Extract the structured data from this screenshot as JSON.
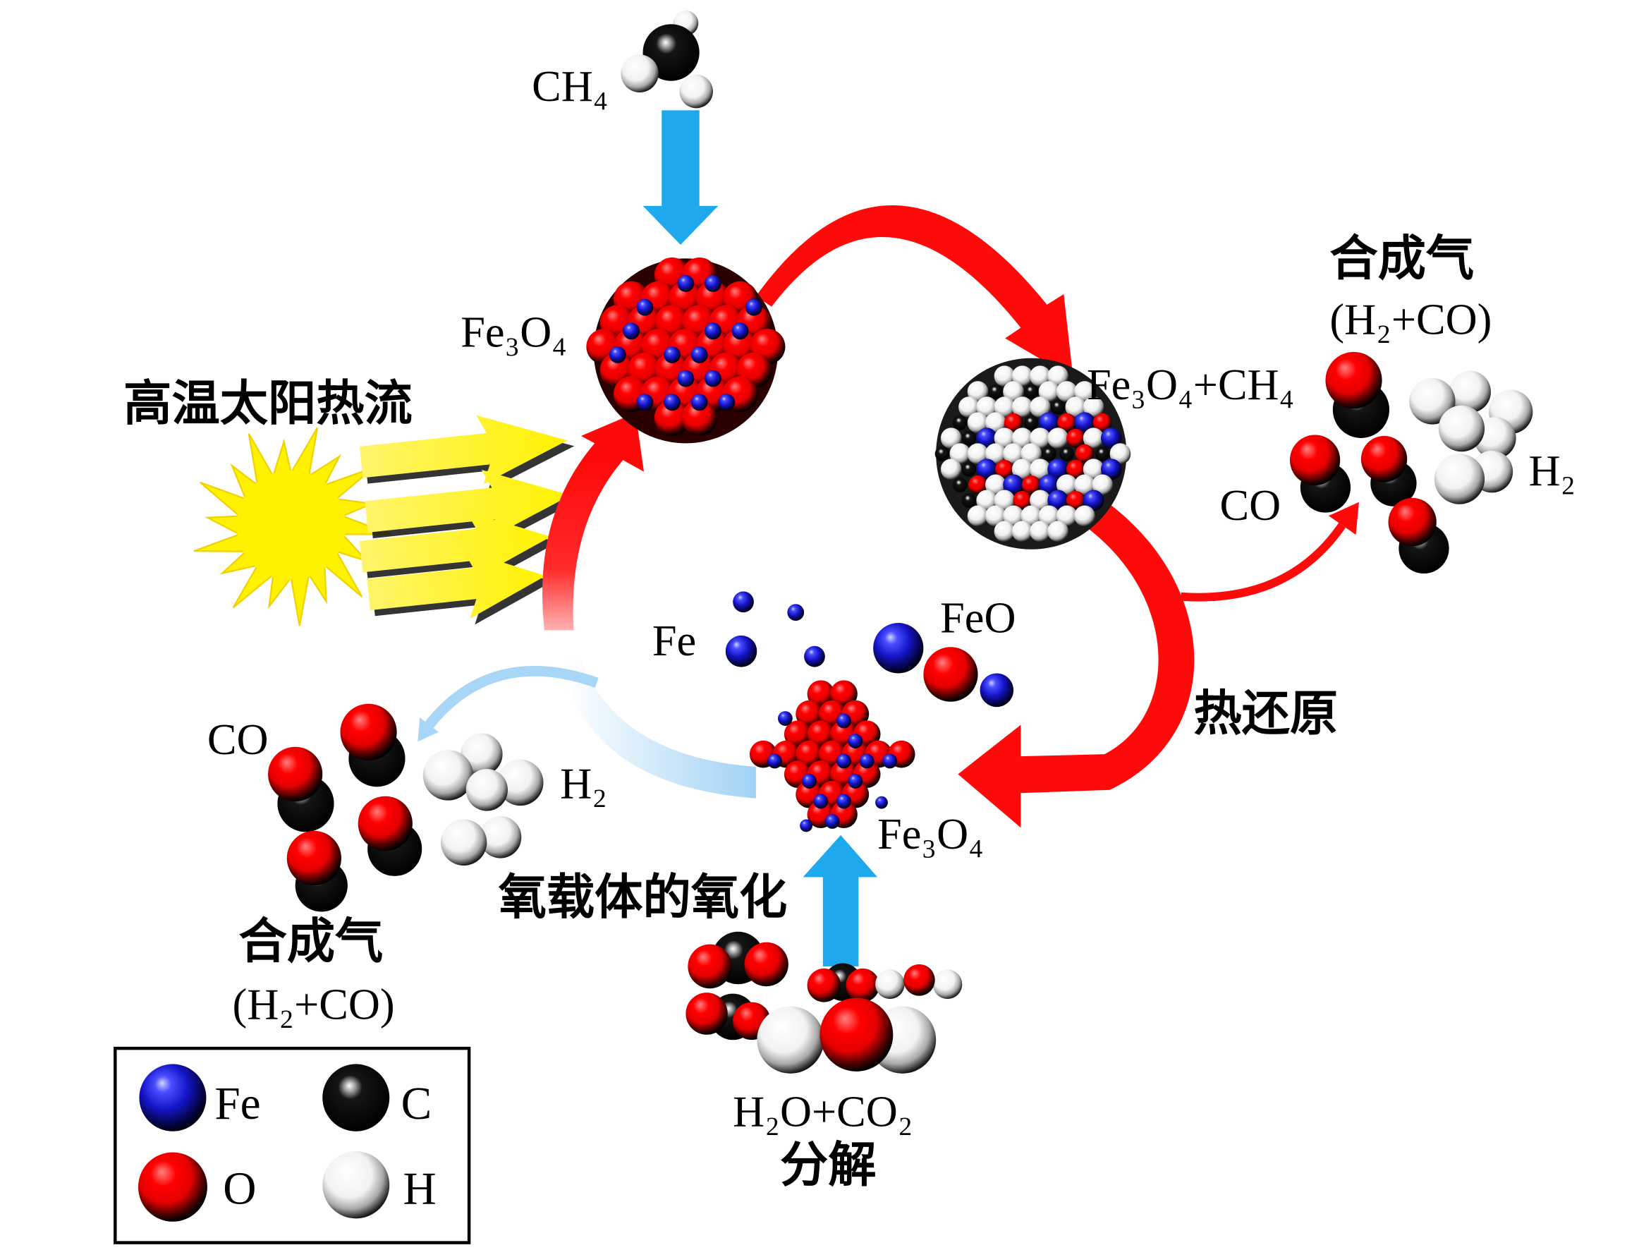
{
  "labels": {
    "ch4": "CH₄",
    "fe3o4_top": "Fe₃O₄",
    "solar_flux": "高温太阳热流",
    "fe3o4_ch4": "Fe₃O₄+CH₄",
    "syngas_right_title": "合成气",
    "syngas_right_formula": "(H₂+CO)",
    "co_right": "CO",
    "h2_right": "H₂",
    "fe": "Fe",
    "feo": "FeO",
    "thermal_reduction": "热还原",
    "co_left": "CO",
    "h2_left": "H₂",
    "fe3o4_bottom": "Fe₃O₄",
    "oxidation": "氧载体的氧化",
    "syngas_left_title": "合成气",
    "syngas_left_formula": "(H₂+CO)",
    "h2o_co2": "H₂O+CO₂",
    "splitting": "分解"
  },
  "legend": {
    "items": [
      {
        "symbol": "Fe"
      },
      {
        "symbol": "C"
      },
      {
        "symbol": "O"
      },
      {
        "symbol": "H"
      }
    ]
  },
  "colors": {
    "fe": "#1414c8",
    "o": "#ff0000",
    "c": "#000000",
    "h": "#ffffff",
    "cycle_arrow": "#ff0a0a",
    "feed_arrow": "#1ea8ee",
    "oxidation_arrow": "#a8d6f6",
    "sun": "#fff200"
  }
}
